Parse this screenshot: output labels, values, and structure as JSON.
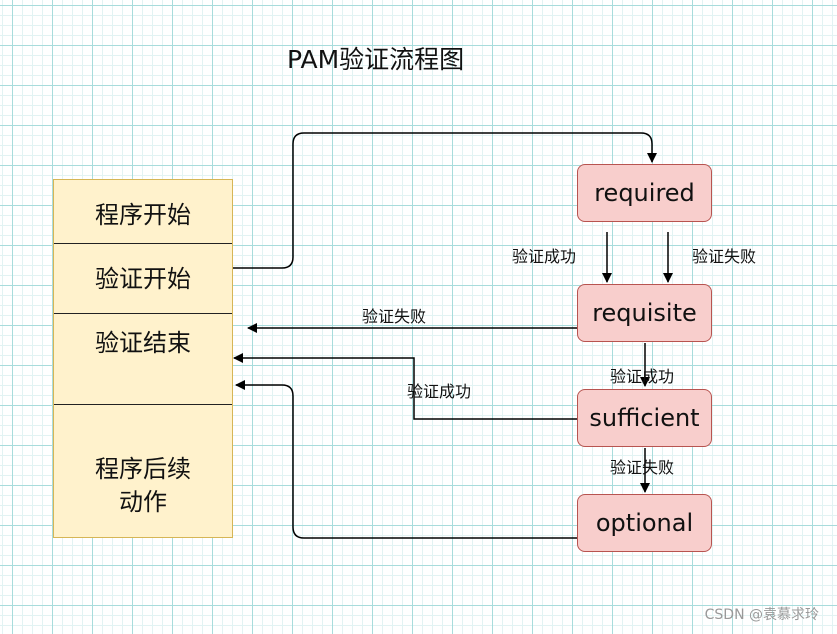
{
  "title": "PAM验证流程图",
  "panel": {
    "program_start": "程序开始",
    "auth_start": "验证开始",
    "auth_end": "验证结束",
    "followup_line1": "程序后续",
    "followup_line2": "动作"
  },
  "nodes": {
    "required": "required",
    "requisite": "requisite",
    "sufficient": "sufficient",
    "optional": "optional"
  },
  "edge_labels": {
    "required_success": "验证成功",
    "required_fail": "验证失败",
    "requisite_fail": "验证失败",
    "requisite_success": "验证成功",
    "sufficient_success": "验证成功",
    "sufficient_fail": "验证失败"
  },
  "watermark": "CSDN @袁慕求玲",
  "colors": {
    "grid": "#a8dcdc",
    "panel_fill": "#fff2cc",
    "panel_border": "#d6b656",
    "node_fill": "#f8cecc",
    "node_border": "#b85450"
  }
}
